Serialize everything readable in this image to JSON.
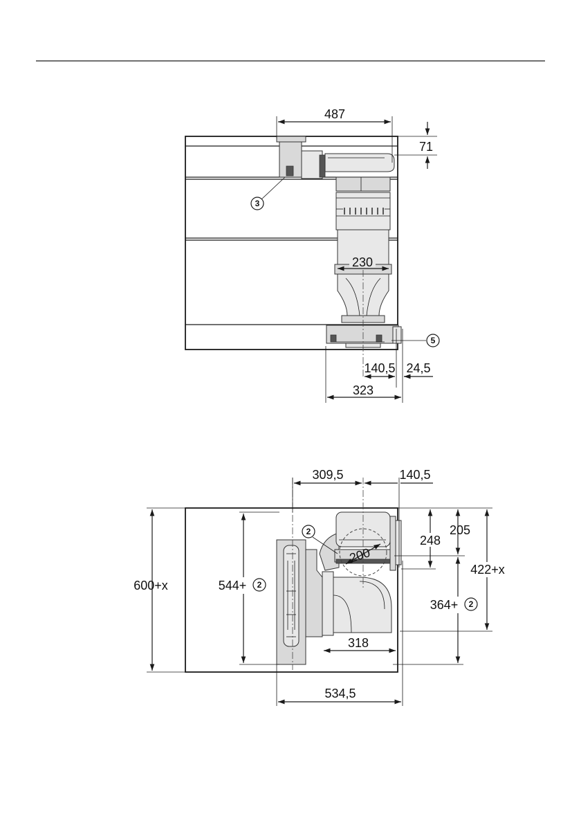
{
  "front_view": {
    "dim_width_top": "487",
    "dim_height_top": "71",
    "dim_duct": "230",
    "dim_offset": "140,5",
    "dim_edge": "24,5",
    "dim_bottom_width": "323",
    "callout_left": "3",
    "callout_right": "5"
  },
  "top_view": {
    "dim_left_offset": "309,5",
    "dim_right_offset": "140,5",
    "dim_depth_total": "600+x",
    "dim_depth_inner": "544+",
    "dim_depth_inner_ref": "2",
    "dim_duct_diameter": "200",
    "dim_248": "248",
    "dim_205": "205",
    "dim_422": "422+x",
    "dim_364": "364+",
    "dim_364_ref": "2",
    "dim_318": "318",
    "dim_width_bottom": "534,5",
    "callout_duct": "2"
  },
  "colors": {
    "line": "#1a1a1a",
    "part_fill": "#d9d9d9",
    "part_light": "#e8e8e8"
  }
}
